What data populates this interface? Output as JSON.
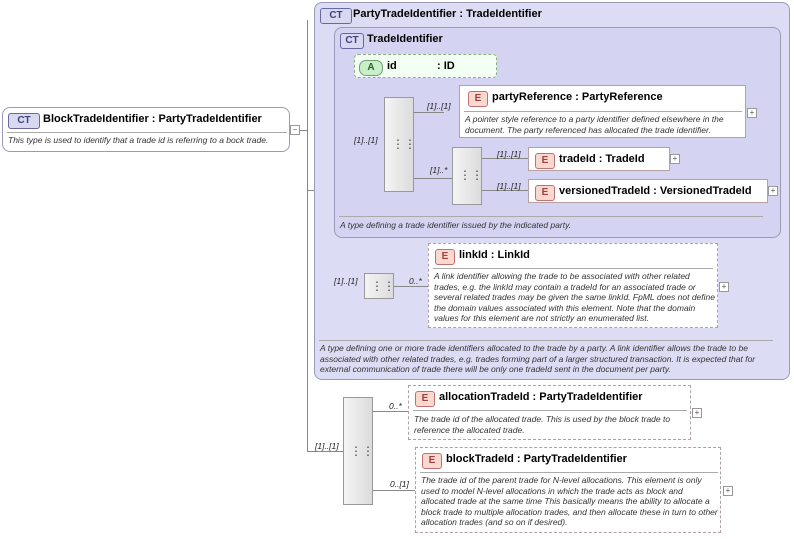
{
  "root": {
    "name": "BlockTradeIdentifier : PartyTradeIdentifier",
    "doc": "This type is used to identify that a trade id is referring to a bock trade.",
    "badge": "CT"
  },
  "outer_ct": {
    "name": "PartyTradeIdentifier : TradeIdentifier",
    "badge": "CT",
    "doc": "A type defining one or more trade identifiers allocated to the trade by a party. A link identifier allows the trade to be associated with other related trades, e.g. trades forming part of a larger structured transaction. It is expected that for external communication of trade there will be only one tradeId sent in the document per party."
  },
  "inner_ct": {
    "name": "TradeIdentifier",
    "badge": "CT",
    "doc": "A type defining a trade identifier issued by the indicated party."
  },
  "attr_id": {
    "badge": "A",
    "name": "id",
    "type": ": ID"
  },
  "party_reference": {
    "badge": "E",
    "name": "partyReference : PartyReference",
    "doc": "A pointer style reference to a party identifier defined elsewhere in the document. The party referenced has allocated the trade identifier.",
    "occ": "[1]..[1]"
  },
  "trade_id": {
    "badge": "E",
    "name": "tradeId : TradeId",
    "occ": "[1]..[1]"
  },
  "versioned_trade_id": {
    "badge": "E",
    "name": "versionedTradeId : VersionedTradeId",
    "occ": "[1]..[1]"
  },
  "link_id": {
    "badge": "E",
    "name": "linkId : LinkId",
    "doc": "A link identifier allowing the trade to be associated with other related trades, e.g. the linkId may contain a tradeId for an associated trade or several related trades may be given the same linkId. FpML does not define the domain values associated with this element. Note that the domain values for this element are not strictly an enumerated list.",
    "occ": "0..*"
  },
  "allocation_trade_id": {
    "badge": "E",
    "name": "allocationTradeId : PartyTradeIdentifier",
    "doc": "The trade id of the allocated trade. This is used by the block trade to reference the allocated trade.",
    "occ": "0..*"
  },
  "block_trade_id": {
    "badge": "E",
    "name": "blockTradeId : PartyTradeIdentifier",
    "doc": "The trade id of the parent trade for N-level allocations. This element is only used to model N-level allocations in which the trade acts as block and allocated trade at the same time This basically means the ability to allocate a block trade to multiple allocation trades, and then allocate these in turn to other allocation trades (and so on if desired).",
    "occ": "0..[1]"
  },
  "occurrences": {
    "seq_inner": "[1]..[1]",
    "choice_inner": "[1]..*",
    "seq_link": "[1]..[1]",
    "seq_alloc": "[1]..[1]"
  },
  "plus_sign": "+",
  "minus_sign": "−"
}
